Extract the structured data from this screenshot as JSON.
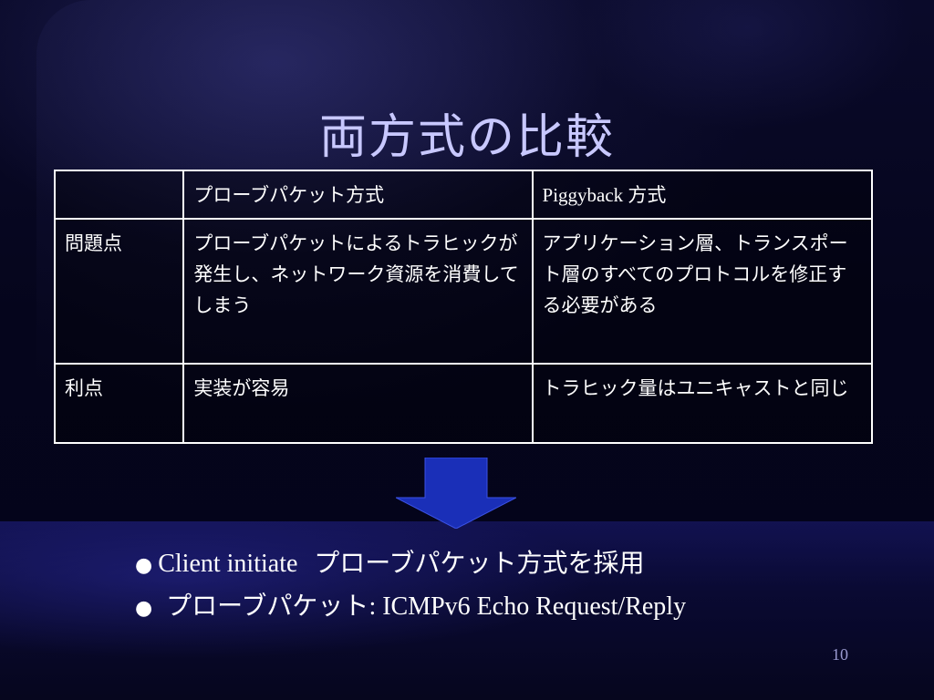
{
  "slide": {
    "title": "両方式の比較",
    "page_number": "10"
  },
  "table": {
    "header": [
      "",
      "プローブパケット方式",
      "Piggyback 方式"
    ],
    "rows": [
      {
        "label": "問題点",
        "probe": "プローブパケットによるトラヒックが発生し、ネットワーク資源を消費してしまう",
        "piggyback": "アプリケーション層、トランスポート層のすべてのプロトコルを修正する必要がある"
      },
      {
        "label": "利点",
        "probe": "実装が容易",
        "piggyback": "トラヒック量はユニキャストと同じ"
      }
    ]
  },
  "arrow_color": "#1a2fb8",
  "bullets": [
    {
      "dot": "●",
      "latin": "Client initiate",
      "jp": "プローブパケット方式を採用"
    },
    {
      "dot": "●",
      "jp": "プローブパケット",
      "latin": ": ICMPv6 Echo Request/Reply"
    }
  ]
}
